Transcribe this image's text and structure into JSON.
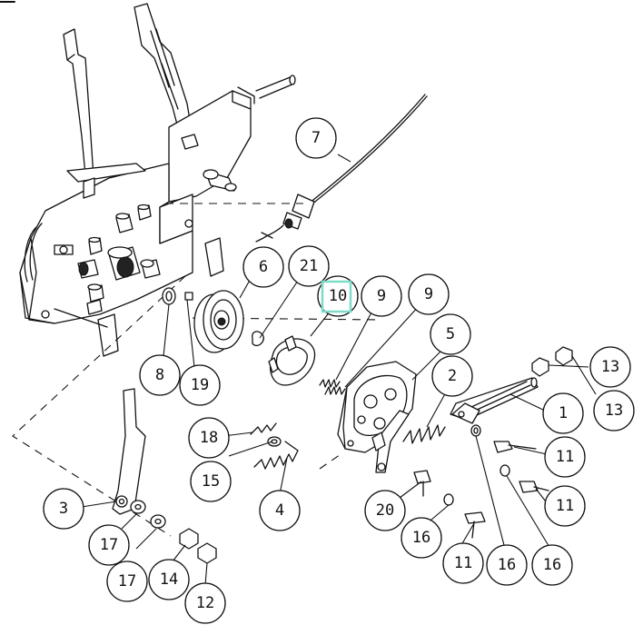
{
  "diagram": {
    "highlight_color": "#7fdcc8",
    "callouts": [
      {
        "id": "c7",
        "label": "7"
      },
      {
        "id": "c6",
        "label": "6"
      },
      {
        "id": "c21",
        "label": "21"
      },
      {
        "id": "c10",
        "label": "10",
        "highlighted": true
      },
      {
        "id": "c9a",
        "label": "9"
      },
      {
        "id": "c9b",
        "label": "9"
      },
      {
        "id": "c5",
        "label": "5"
      },
      {
        "id": "c8",
        "label": "8"
      },
      {
        "id": "c19",
        "label": "19"
      },
      {
        "id": "c2",
        "label": "2"
      },
      {
        "id": "c13a",
        "label": "13"
      },
      {
        "id": "c13b",
        "label": "13"
      },
      {
        "id": "c1",
        "label": "1"
      },
      {
        "id": "c18",
        "label": "18"
      },
      {
        "id": "c15",
        "label": "15"
      },
      {
        "id": "c4",
        "label": "4"
      },
      {
        "id": "c11a",
        "label": "11"
      },
      {
        "id": "c11b",
        "label": "11"
      },
      {
        "id": "c3",
        "label": "3"
      },
      {
        "id": "c20",
        "label": "20"
      },
      {
        "id": "c17a",
        "label": "17"
      },
      {
        "id": "c17b",
        "label": "17"
      },
      {
        "id": "c14",
        "label": "14"
      },
      {
        "id": "c16a",
        "label": "16"
      },
      {
        "id": "c11c",
        "label": "11"
      },
      {
        "id": "c16b",
        "label": "16"
      },
      {
        "id": "c16c",
        "label": "16"
      },
      {
        "id": "c12",
        "label": "12"
      }
    ]
  }
}
